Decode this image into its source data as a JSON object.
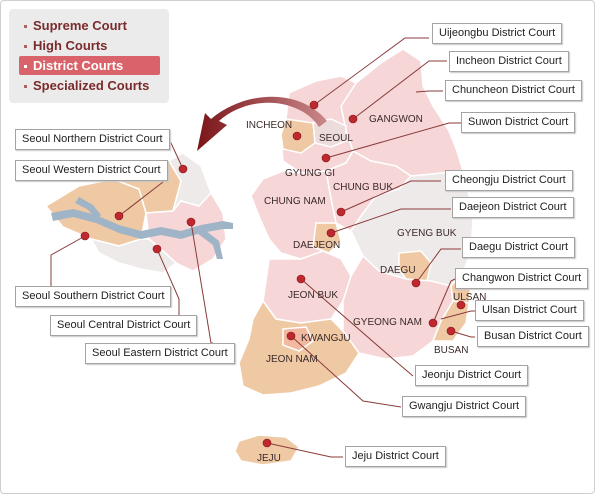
{
  "menu": {
    "items": [
      {
        "label": "Supreme Court",
        "active": false
      },
      {
        "label": "High Courts",
        "active": false
      },
      {
        "label": "District Courts",
        "active": true
      },
      {
        "label": "Specialized Courts",
        "active": false
      }
    ]
  },
  "regions": {
    "incheon": "INCHEON",
    "seoul": "SEOUL",
    "gangwon": "GANGWON",
    "gyunggi": "GYUNG GI",
    "chungbuk": "CHUNG BUK",
    "chungnam": "CHUNG NAM",
    "daejeon": "DAEJEON",
    "gyengbuk": "GYENG BUK",
    "daegu": "DAEGU",
    "jeonbuk": "JEON BUK",
    "ulsan": "ULSAN",
    "gyeongnam": "GYEONG NAM",
    "busan": "BUSAN",
    "kwangju": "KWANGJU",
    "jeonnam": "JEON NAM",
    "jeju": "JEJU"
  },
  "courts": {
    "uijeongbu": "Uijeongbu District Court",
    "incheon": "Incheon District Court",
    "chuncheon": "Chuncheon District Court",
    "suwon": "Suwon District Court",
    "cheongju": "Cheongju District Court",
    "daejeon": "Daejeon District Court",
    "daegu": "Daegu District Court",
    "changwon": "Changwon District Court",
    "ulsan": "Ulsan District Court",
    "busan": "Busan District Court",
    "jeonju": "Jeonju District Court",
    "gwangju": "Gwangju District Court",
    "jeju": "Jeju District Court",
    "seoul_northern": "Seoul Northern District Court",
    "seoul_western": "Seoul Western District Court",
    "seoul_southern": "Seoul Southern District Court",
    "seoul_central": "Seoul Central District Court",
    "seoul_eastern": "Seoul Eastern District Court"
  },
  "colors": {
    "accent": "#d9636a",
    "menu_text": "#7a2b2b",
    "marker": "#c0282f",
    "leader_line": "#8a3b3b",
    "land_pink": "#f6d6d6",
    "land_light": "#efeaea",
    "land_orange": "#efc9a4",
    "river": "#9fb4c6",
    "arrow": "#8a1d22"
  }
}
